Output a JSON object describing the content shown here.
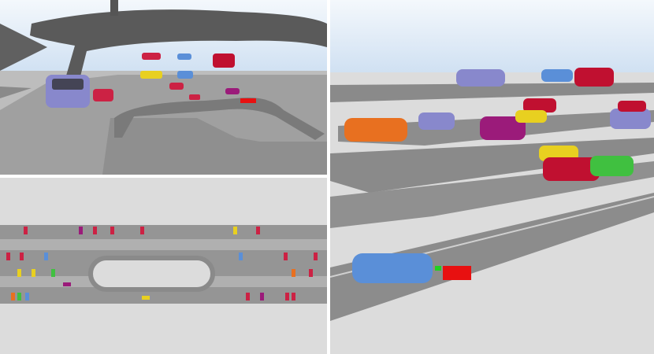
{
  "colors": {
    "sky": "#dfeaf5",
    "ground": "#dcdcdc",
    "ramp": "#8a8a8a",
    "ramp_dark": "#555555",
    "floor": "#9a9a9a",
    "divider": "#ffffff",
    "marker_red": "#e81010",
    "marker_green": "#20d020"
  },
  "car_colors": [
    "#8888cc",
    "#cc2244",
    "#9b1b7a",
    "#e87020",
    "#5a8fd8",
    "#e8d020",
    "#40c040",
    "#6ea0e0",
    "#c01030"
  ],
  "panels": [
    {
      "view": "perspective-ramp-view"
    },
    {
      "view": "top-down-view"
    },
    {
      "view": "perspective-levels-view"
    }
  ]
}
